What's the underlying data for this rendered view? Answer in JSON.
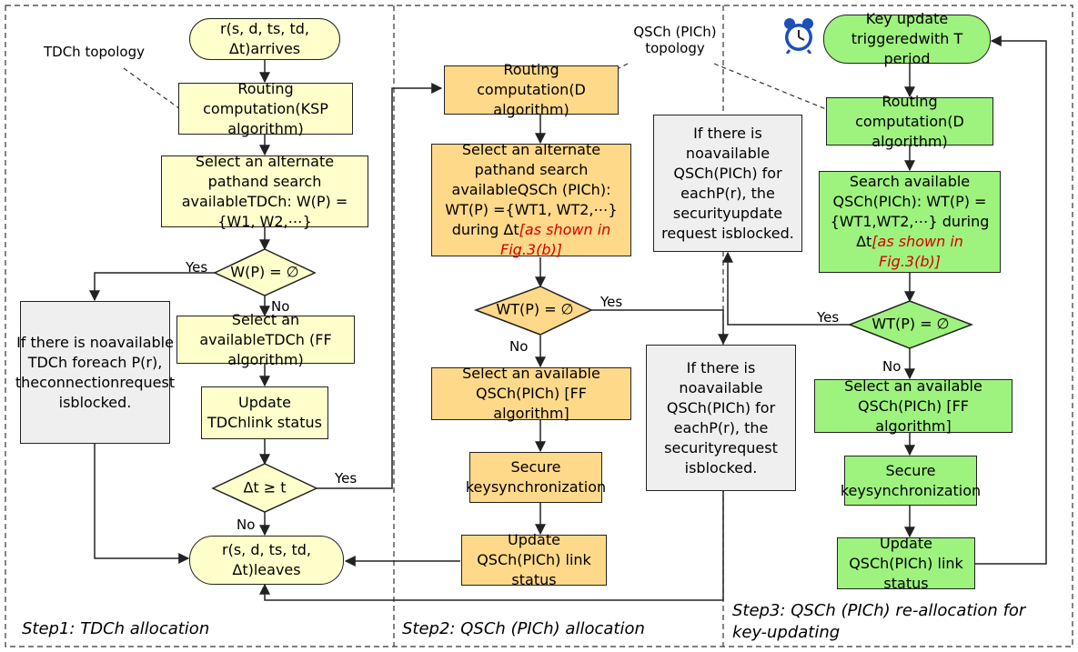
{
  "steps": {
    "step1": "Step1: TDCh allocation",
    "step2": "Step2: QSCh (PICh) allocation",
    "step3_line1": "Step3: QSCh (PICh) re-allocation for",
    "step3_line2": "key-updating"
  },
  "labels": {
    "tdch_topology": "TDCh topology",
    "qsch_topology_line1": "QSCh (PICh)",
    "qsch_topology_line2": "topology",
    "yes": "Yes",
    "no": "No"
  },
  "step1": {
    "arrives": [
      "r(s, d, ts, td, Δt)",
      "arrives"
    ],
    "routing": [
      "Routing computation",
      "(KSP algorithm)"
    ],
    "select_path": [
      "Select an alternate path",
      "and search available",
      "TDCh: W(P) = {W1, W2,⋯}"
    ],
    "decision": "W(P) = ∅",
    "blocked": [
      "If there is no",
      "available TDCh for",
      "each P(r), the",
      "connection",
      "request is",
      "blocked."
    ],
    "select_ff": [
      "Select an available",
      "TDCh (FF algorithm)"
    ],
    "update": [
      "Update TDCh",
      "link status"
    ],
    "decision_dt": "Δt ≥ t",
    "leaves": [
      "r(s, d, ts, td, Δt)",
      "leaves"
    ]
  },
  "step2": {
    "routing": [
      "Routing computation",
      "(D algorithm)"
    ],
    "select_path": [
      "Select an alternate path",
      "and search available",
      "QSCh (PICh): WT(P) =",
      "{WT1, WT2,⋯} during Δt"
    ],
    "note": "[as shown in Fig.3(b)]",
    "decision": "WT(P) = ∅",
    "select_ff": [
      "Select an available QSCh",
      "(PICh) [FF algorithm]"
    ],
    "sync": [
      "Secure key",
      "synchronization"
    ],
    "update": [
      "Update QSCh",
      "(PICh) link status"
    ],
    "blocked": [
      "If there is no",
      "available QSCh",
      "(PICh) for each",
      "P(r), the security",
      "request is",
      "blocked."
    ]
  },
  "step3": {
    "trigger": [
      "Key update triggered",
      "with T period"
    ],
    "routing": [
      "Routing computation",
      "(D algorithm)"
    ],
    "search": [
      "Search available QSCh",
      "(PICh): WT(P) = {WT1,",
      "WT2,⋯} during Δt"
    ],
    "note": "[as shown in Fig.3(b)]",
    "decision": "WT(P) = ∅",
    "blocked": [
      "If there is no",
      "available QSCh",
      "(PICh) for each",
      "P(r), the security",
      "update request is",
      "blocked."
    ],
    "select_ff": [
      "Select an available QSCh",
      "(PICh) [FF algorithm]"
    ],
    "sync": [
      "Secure key",
      "synchronization"
    ],
    "update": [
      "Update QSCh",
      "(PICh) link status"
    ]
  },
  "colors": {
    "step1_fill": "#ffffcc",
    "step2_fill": "#ffd98a",
    "step3_fill": "#9ef27e",
    "blocked_fill": "#efefef",
    "highlight_red": "#d40000"
  },
  "icons": {
    "timer": "alarm-clock-icon"
  }
}
